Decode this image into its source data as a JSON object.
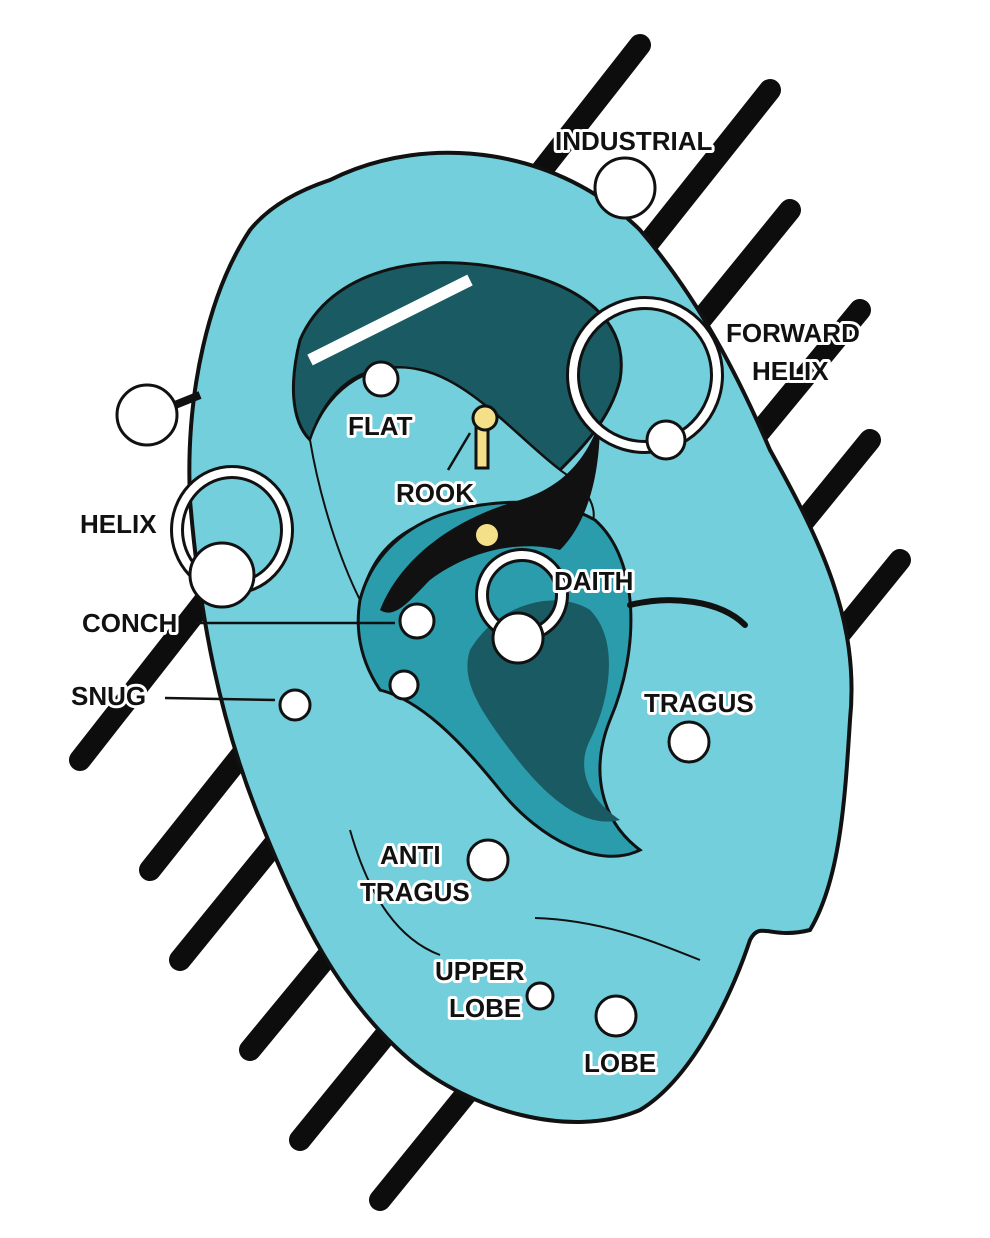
{
  "title": "Ear piercing types diagram",
  "colors": {
    "ear_light": "#74cfdc",
    "ear_mid": "#2a9cab",
    "ear_dark": "#1a5a63",
    "stripes": "#0d0d0d",
    "jewelry": "#ffffff",
    "jewelry_gold": "#f5e08a"
  },
  "labels": {
    "industrial": "INDUSTRIAL",
    "forward_helix": [
      "FORWARD",
      "HELIX"
    ],
    "flat": "FLAT",
    "rook": "ROOK",
    "helix": "HELIX",
    "daith": "DAITH",
    "conch": "CONCH",
    "snug": "SNUG",
    "tragus": "TRAGUS",
    "anti_tragus": [
      "ANTI",
      "TRAGUS"
    ],
    "upper_lobe": [
      "UPPER",
      "LOBE"
    ],
    "lobe": "LOBE"
  }
}
